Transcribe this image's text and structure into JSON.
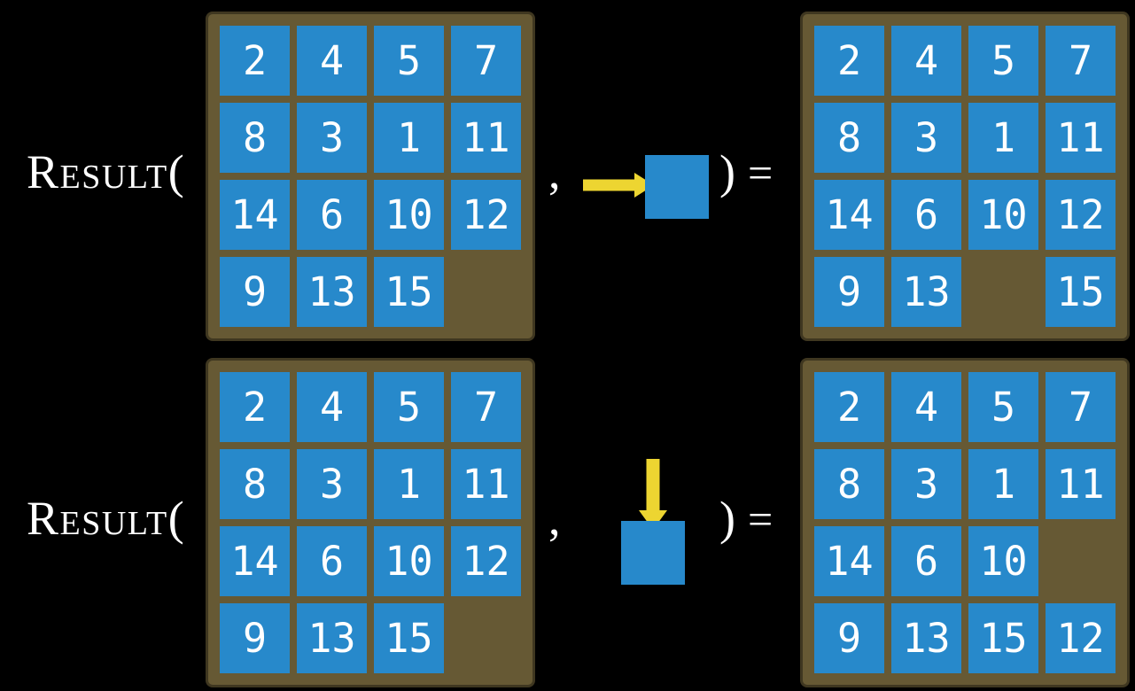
{
  "labels": {
    "function_open": "Result(",
    "comma": ",",
    "close_paren": ")",
    "equals": "="
  },
  "colors": {
    "background": "#000000",
    "board_brown": "#665934",
    "tile_blue": "#2789CB",
    "arrow_yellow": "#EDD531",
    "text_white": "#FFFFFF"
  },
  "rows": [
    {
      "action": "right",
      "arrow_icon": "right-arrow-icon",
      "input_grid": [
        [
          "2",
          "4",
          "5",
          "7"
        ],
        [
          "8",
          "3",
          "1",
          "11"
        ],
        [
          "14",
          "6",
          "10",
          "12"
        ],
        [
          "9",
          "13",
          "15",
          null
        ]
      ],
      "output_grid": [
        [
          "2",
          "4",
          "5",
          "7"
        ],
        [
          "8",
          "3",
          "1",
          "11"
        ],
        [
          "14",
          "6",
          "10",
          "12"
        ],
        [
          "9",
          "13",
          null,
          "15"
        ]
      ]
    },
    {
      "action": "down",
      "arrow_icon": "down-arrow-icon",
      "input_grid": [
        [
          "2",
          "4",
          "5",
          "7"
        ],
        [
          "8",
          "3",
          "1",
          "11"
        ],
        [
          "14",
          "6",
          "10",
          "12"
        ],
        [
          "9",
          "13",
          "15",
          null
        ]
      ],
      "output_grid": [
        [
          "2",
          "4",
          "5",
          "7"
        ],
        [
          "8",
          "3",
          "1",
          "11"
        ],
        [
          "14",
          "6",
          "10",
          null
        ],
        [
          "9",
          "13",
          "15",
          "12"
        ]
      ]
    }
  ]
}
